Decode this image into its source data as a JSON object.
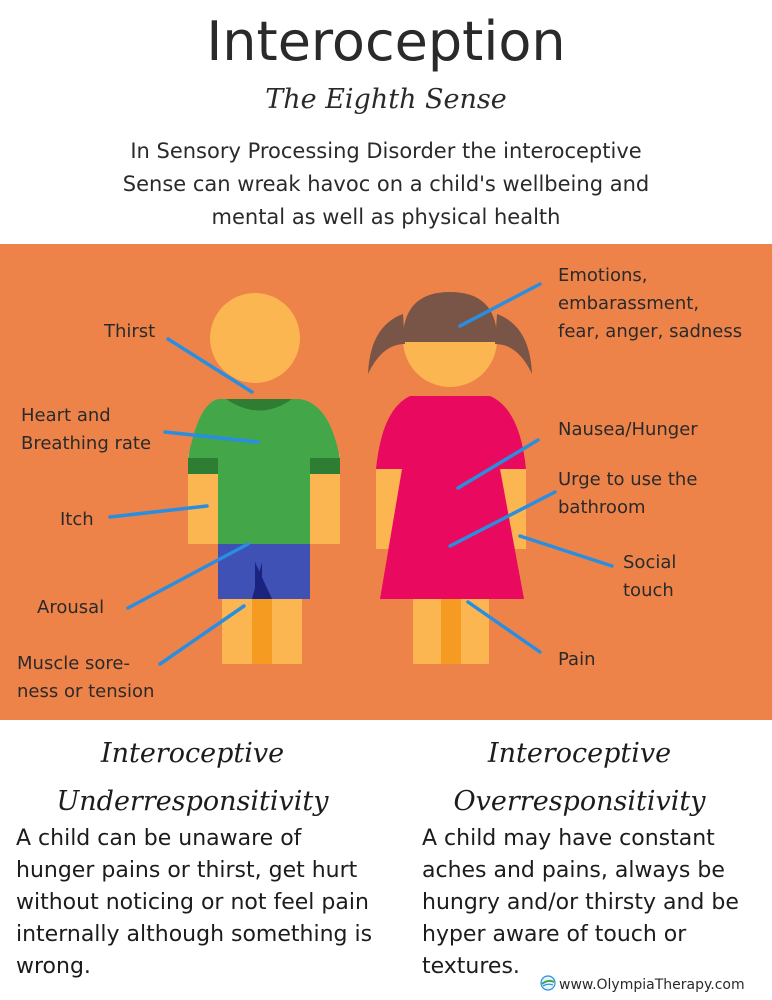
{
  "header": {
    "title": "Interoception",
    "subtitle": "The Eighth Sense",
    "intro_lines": [
      "In Sensory Processing Disorder the interoceptive",
      "Sense can wreak havoc on a child's wellbeing and",
      "mental as well as physical health"
    ]
  },
  "diagram": {
    "labels": {
      "thirst": [
        "Thirst"
      ],
      "heart": [
        "Heart and",
        "Breathing rate"
      ],
      "itch": [
        "Itch"
      ],
      "arousal": [
        "Arousal"
      ],
      "muscle": [
        "Muscle sore-",
        "ness or tension"
      ],
      "emotions": [
        "Emotions,",
        "embarassment,",
        "fear, anger, sadness"
      ],
      "nausea": [
        "Nausea/Hunger"
      ],
      "urge": [
        "Urge to use the",
        "bathroom"
      ],
      "social": [
        "Social",
        "touch"
      ],
      "pain": [
        "Pain"
      ]
    },
    "colors": {
      "panel_background": "#ee834a",
      "skin": "#fbb551",
      "boy_shirt": "#43a74a",
      "boy_shirt_dark": "#2e7d32",
      "boy_shorts": "#3f51b5",
      "girl_dress": "#e9095e",
      "girl_hair": "#795548",
      "pointer_line": "#2a8ee0"
    }
  },
  "columns": {
    "under": {
      "heading_lines": [
        "Interoceptive",
        "Underresponsitivity"
      ],
      "body_lines": [
        "A child can be unaware of",
        "hunger pains or thirst, get hurt",
        "without noticing or not feel pain",
        "internally although something is",
        "wrong."
      ]
    },
    "over": {
      "heading_lines": [
        "Interoceptive",
        "Overresponsitivity"
      ],
      "body_lines": [
        "A child may have constant",
        "aches and pains, always be",
        "hungry and/or thirsty and be",
        "hyper aware of touch or",
        "textures."
      ]
    }
  },
  "footer": {
    "url": "www.OlympiaTherapy.com",
    "icon": "globe-icon"
  }
}
